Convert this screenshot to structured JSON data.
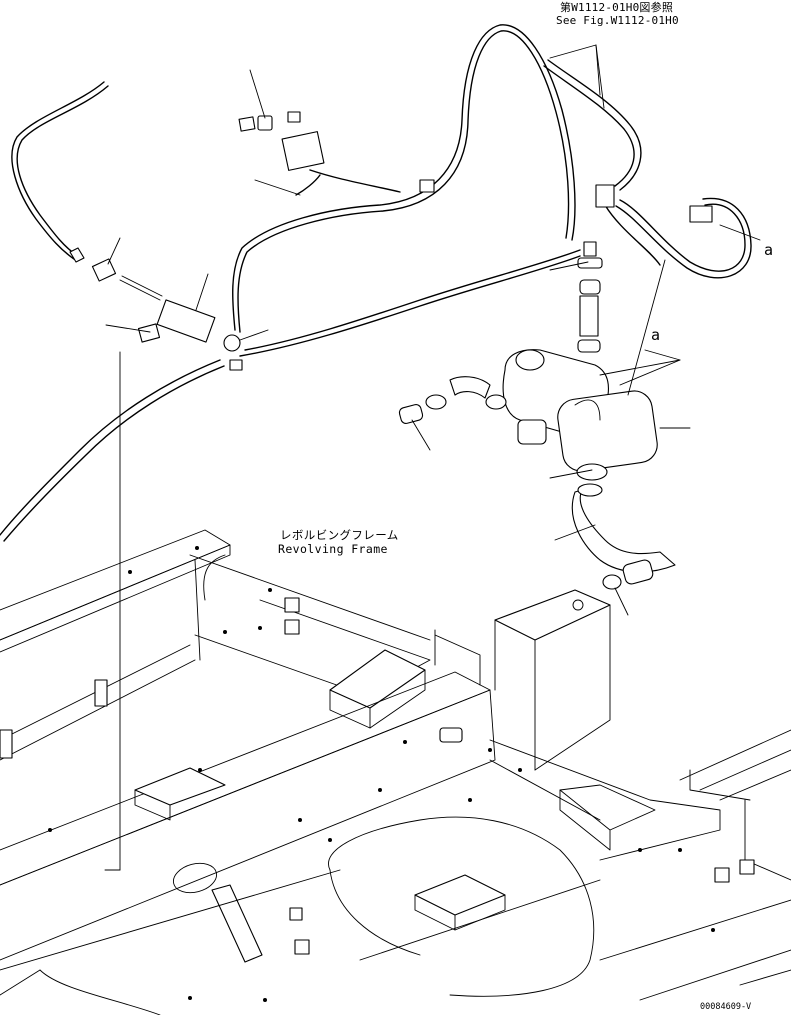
{
  "references": {
    "see_fig_jp": "第W1112-01H0図参照",
    "see_fig_en": "See Fig.W1112-01H0"
  },
  "frame_label": {
    "jp": "レボルビングフレーム",
    "en": "Revolving Frame"
  },
  "callouts": {
    "a_top": "a",
    "a_mid": "a"
  },
  "drawing_code": "00084609-V",
  "colors": {
    "line": "#000000",
    "background": "#ffffff"
  }
}
